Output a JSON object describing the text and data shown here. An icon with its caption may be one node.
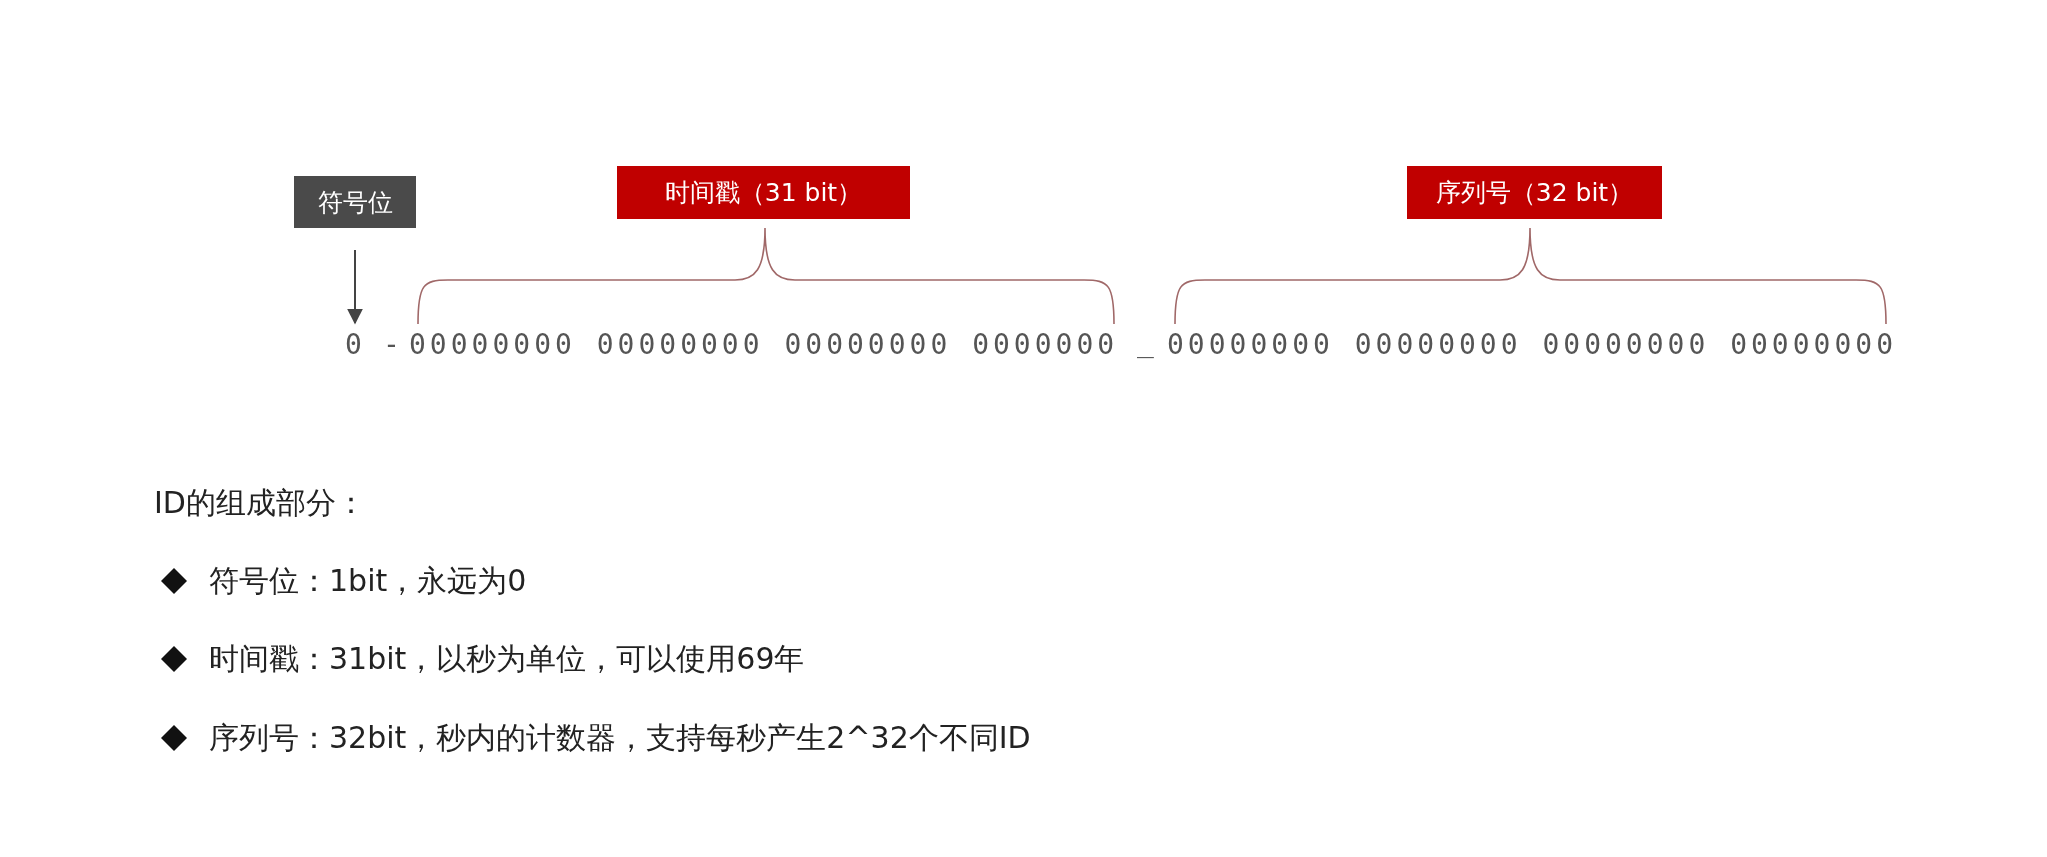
{
  "diagram": {
    "nodes": [
      {
        "text": [
          "符号位"
        ]
      },
      {
        "text": [
          "0"
        ]
      },
      {
        "text": [
          "时间戳（31 bit）"
        ]
      },
      {
        "text": [
          "序列号（32 bit）"
        ]
      }
    ],
    "edges": [
      {
        "from": 0,
        "to": 1,
        "arrow": "to"
      }
    ],
    "labels": [
      "-",
      "00000000 00000000 00000000 0000000",
      "_",
      "00000000 00000000 00000000 00000000",
      "ID的组成部分：",
      "符号位：1bit，永远为0",
      "时间戳：31bit，以秒为单位，可以使用69年",
      "序列号：32bit，秒内的计数器，支持每秒产生2^32个不同ID"
    ]
  }
}
